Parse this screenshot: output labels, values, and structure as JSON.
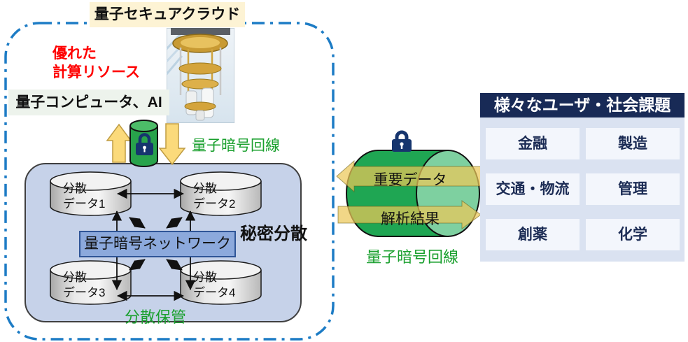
{
  "colors": {
    "cloud_border_blue": "#1d7cc5",
    "title_bg": "#fdf3d4",
    "red_accent": "#ff0000",
    "green_text": "#1aa02e",
    "secret_panel_bg": "#c6d2e9",
    "network_box_bg": "#8ca9dc",
    "network_box_border": "#2f5597",
    "cylinder_green": "#28a34b",
    "lock_navy": "#16356e",
    "block_arrow_yellow": "#fbda7b",
    "users_header_bg": "#182a56",
    "users_panel_bg": "#dae2f1"
  },
  "cloud": {
    "title": "量子セキュアクラウド",
    "compute_line1": "優れた",
    "compute_line2": "計算リソース",
    "qc_label": "量子コンピュータ、AI",
    "qkd_label": "量子暗号回線",
    "secret_sharing": "秘密分散",
    "network_box": "量子暗号ネットワーク",
    "distributed_storage": "分散保管",
    "nodes": [
      {
        "line1": "分散",
        "line2": "データ1"
      },
      {
        "line1": "分散",
        "line2": "データ2"
      },
      {
        "line1": "分散",
        "line2": "データ3"
      },
      {
        "line1": "分散",
        "line2": "データ4"
      }
    ]
  },
  "link": {
    "inbound_label": "重要データ",
    "outbound_label": "解析結果",
    "qkd_label": "量子暗号回線"
  },
  "users": {
    "title": "様々なユーザ・社会課題",
    "cells": [
      "金融",
      "製造",
      "交通・物流",
      "管理",
      "創薬",
      "化学"
    ]
  }
}
